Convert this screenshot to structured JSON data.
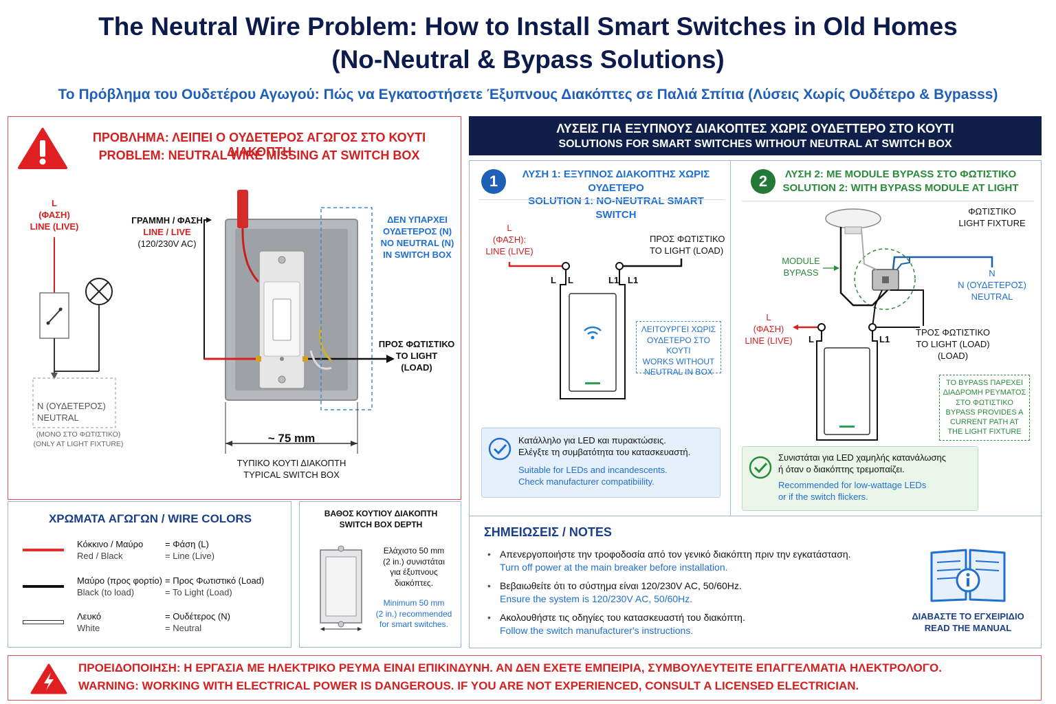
{
  "header": {
    "title_line1": "The Neutral Wire Problem: How to Install Smart Switches in Old Homes",
    "title_line2": "(No-Neutral & Bypass Solutions)",
    "subtitle": "Το Πρόβλημα του Ουδετέρου Αγωγού: Πώς να Εγκατοστήσετε Έξυπνους Διακόπτες σε Παλιά Σπίτια (Λύσεις Χωρίς Ουδέτερο & Bypasss)"
  },
  "problem": {
    "title_gr": "ΠΡΟΒΛΗΜΑ: ΛΕΙΠΕΙ Ο ΟΥΔΕΤΕΡΟΣ ΑΓΩΓΟΣ ΣΤΟ ΚΟΥΤΙ ΔΙΑΚΟΠΤΗ",
    "title_en": "PROBLEM: NEUTRAL WIRE MISSING AT SWITCH BOX",
    "l_label": "L",
    "l_gr": "(ΦΑΣΗ)",
    "l_en": "LINE (LIVE)",
    "n_gr": "N (ΟΥΔΕΤΕΡΟΣ)",
    "n_en": "NEUTRAL",
    "n_note_gr": "(ΜΟΝΟ ΣΤΟ ΦΩΤΙΣΤΙΚΟ)",
    "n_note_en": "(ONLY AT LIGHT FIXTURE)",
    "line_gr": "ΓΡΑΜΜΗ / ΦΑΣΗ",
    "line_en": "LINE / LIVE",
    "line_v": "(120/230V AC)",
    "no_n_gr1": "ΔΕΝ ΥΠΑΡΧΕΙ",
    "no_n_gr2": "ΟΥΔΕΤΕΡΟΣ (N)",
    "no_n_en1": "NO NEUTRAL (N)",
    "no_n_en2": "IN SWITCH BOX",
    "to_light_gr": "ΠΡΟΣ ΦΩΤΙΣΤΙΚΟ",
    "to_light_en": "TO LIGHT",
    "to_light_load": "(LOAD)",
    "dim": "~ 75 mm",
    "box_gr": "ΤΥΠΙΚΟ ΚΟΥΤΙ ΔΙΑΚΟΠΤΗ",
    "box_en": "TYPICAL SWITCH BOX"
  },
  "wire_colors": {
    "title": "ΧΡΩΜΑΤΑ ΑΓΩΓΩΝ / WIRE COLORS",
    "rows": [
      {
        "color": "#e0302a",
        "name_gr": "Κόκκινο / Μαύρο",
        "name_en": "Red / Black",
        "desc_gr": "=  Φάση (L)",
        "desc_en": "=  Line (Live)"
      },
      {
        "color": "#111111",
        "name_gr": "Μαύρο (προς φορτίο)",
        "name_en": "Black (to load)",
        "desc_gr": "=  Προς Φωτιστικό (Load)",
        "desc_en": "=  To Light (Load)"
      },
      {
        "color": "#ffffff",
        "name_gr": "Λευκό",
        "name_en": "White",
        "desc_gr": "=  Ουδέτερος (N)",
        "desc_en": "=  Neutral"
      }
    ]
  },
  "depth": {
    "title_gr": "ΒΑΘΟΣ ΚΟΥΤΙΟΥ ΔΙΑΚΟΠΤΗ",
    "title_en": "SWITCH BOX DEPTH",
    "gr1": "Ελάχιστο 50 mm",
    "gr2": "(2 in.) συνιστάται",
    "gr3": "για έξυπνους",
    "gr4": "διακόπτες.",
    "en1": "Minimum 50 mm",
    "en2": "(2 in.) recommended",
    "en3": "for smart switches."
  },
  "solutions": {
    "header_gr": "ΛΥΣΕΙΣ ΓΙΑ ΕΞΥΠΝΟΥΣ ΔΙΑΚΟΠΤΕΣ ΧΩΡΙΣ ΟΥΔΕΤΤΕΡΟ ΣΤΟ ΚΟΥΤΙ",
    "header_en": "SOLUTIONS FOR SMART SWITCHES WITHOUT NEUTRAL AT SWITCH BOX",
    "s1": {
      "num": "1",
      "title_gr": "ΛΥΣΗ 1: ΕΞΥΠΝΟΣ ΔΙΑΚΟΠΤΗΣ ΧΩΡΙΣ ΟΥΔΕΤΕΡΟ",
      "title_en": "SOLUTION 1: NO-NEUTRAL SMART SWITCH",
      "l1": "L",
      "l2": "(ΦΑΣΗ):",
      "l3": "LINE (LIVE)",
      "to_gr": "ΠΡΟΣ ΦΩΤΙΣΤΙΚΟ",
      "to_en": "TO LIGHT (LOAD)",
      "term_l": "L",
      "term_l1": "L1",
      "works_gr1": "ΛΕΙΤΟΥΡΓΕΙ ΧΩΡΙΣ",
      "works_gr2": "ΟΥΔΕΤΕΡΟ ΣΤΟ ΚΟΥΤΙ",
      "works_en1": "WORKS WITHOUT",
      "works_en2": "NEUTRAL IN BOX",
      "note_gr1": "Κατάλληλο για LED και πυρακτώσεις.",
      "note_gr2": "Ελέγξτε τη συμβατότητα του κατασκευαστή.",
      "note_en1": "Suitable for LEDs and incandescents.",
      "note_en2": "Check manufacturer compatibiility."
    },
    "s2": {
      "num": "2",
      "title_gr": "ΛΥΣΗ 2: ΜΕ MODULE BYPASS ΣΤΟ ΦΩΤΙΣΤΙΚΟ",
      "title_en": "SOLUTION 2: WITH BYPASS MODULE AT LIGHT",
      "fixture_gr": "ΦΩΤΙΣΤΙΚΟ",
      "fixture_en": "LIGHT FIXTURE",
      "module1": "MODULE",
      "module2": "BYPASS",
      "n1": "N",
      "n2": "N (ΟΥΔΕΤΕΡΟΣ)",
      "n3": "NEUTRAL",
      "l1": "L",
      "l2": "(ΦΑΣΗ)",
      "l3": "LINE (LIVE)",
      "to_gr": "ΤΡΟΣ ΦΩΤΙΣΤΙΚΟ",
      "to_en": "TO LIGHT (LOAD)",
      "to_load": "(LOAD)",
      "term_l": "L",
      "term_l1": "L1",
      "bp_gr1": "ΤΟ BYPASS ΠΑΡΕΧΕΙ",
      "bp_gr2": "ΔΙΑΔΡΟΜΗ ΡΕΥΜΑΤΟΣ",
      "bp_gr3": "ΣΤΟ ΦΩΤΙΣΤΙΚΟ",
      "bp_en1": "BYPASS PROVIDES A",
      "bp_en2": "CURRENT PATH AT",
      "bp_en3": "THE LIGHT FIXTURE",
      "note_gr1": "Συνιστάται για LED χαμηλής κατανάλωσης",
      "note_gr2": "ή όταν ο διακόπτης τρεμοπαίζει.",
      "note_en1": "Recommended for low-wattage LEDs",
      "note_en2": "or if the switch flickers."
    }
  },
  "notes": {
    "title": "ΣΗΜΕΙΩΣΕΙΣ / NOTES",
    "items": [
      {
        "gr": "Απενεργοποιήστε την τροφοδοσία από τον γενικό διακόπτη πριν την εγκατάσταση.",
        "en": "Turn off power at the main breaker before installation."
      },
      {
        "gr": "Βεβαιωθείτε ότι το σύστημα είναι 120/230V AC, 50/60Hz.",
        "en": "Ensure the system is 120/230V AC, 50/60Hz."
      },
      {
        "gr": "Ακολουθήστε τις οδηγίες του κατασκευαστή του διακόπτη.",
        "en": "Follow the switch manufacturer's instructions."
      }
    ],
    "manual_gr": "ΔΙΑΒΑΣΤΕ ΤΟ ΕΓΧΕΙΡΙΔΙΟ",
    "manual_en": "READ THE MANUAL"
  },
  "warning": {
    "gr": "ΠΡΟΕΙΔΟΠΟΙΗΣΗ: Η ΕΡΓΑΣΙΑ ΜΕ ΗΛΕΚΤΡΙΚΟ ΡΕΥΜΑ ΕΙΝΑΙ ΕΠΙΚΙΝΔΥΝΗ. ΑΝ ΔΕΝ ΕΧΕΤΕ ΕΜΠΕΙΡΙΑ, ΣΥΜΒΟΥΛΕΥΤΕΙΤΕ ΕΠΑΓΓΕΛΜΑΤΙΑ ΗΛΕΚΤΡΟΛΟΓΟ.",
    "en": "WARNING: WORKING WITH ELECTRICAL POWER IS DANGEROUS. IF YOU ARE NOT EXPERIENCED, CONSULT A LICENSED ELECTRICIAN."
  }
}
